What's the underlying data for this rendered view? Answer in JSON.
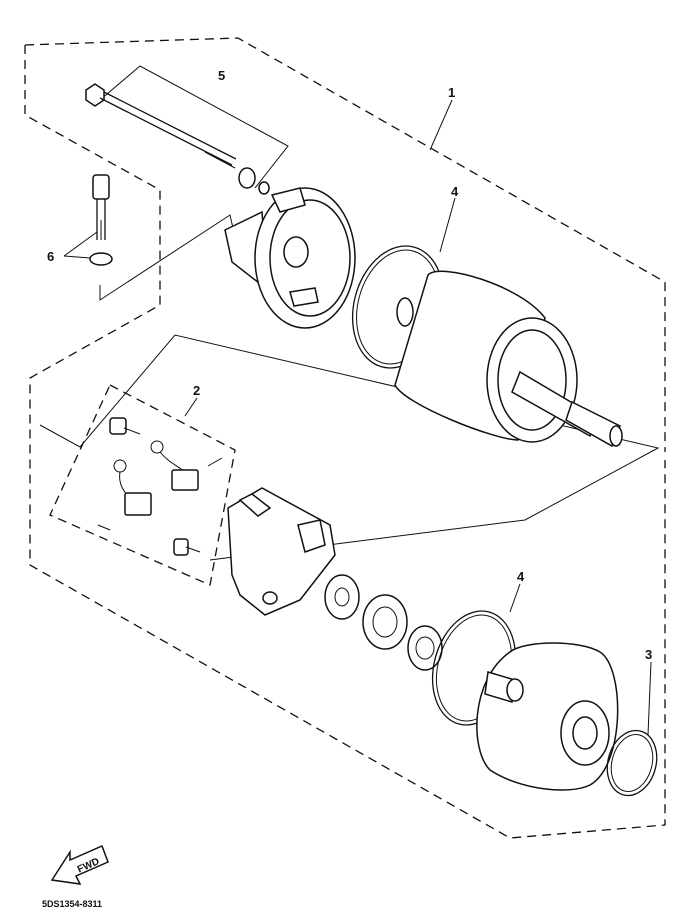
{
  "diagram": {
    "callouts": {
      "c1": "1",
      "c2": "2",
      "c3": "3",
      "c4a": "4",
      "c4b": "4",
      "c5": "5",
      "c6": "6"
    },
    "arrow_label": "FWD",
    "drawing_code": "5DS1354-8311"
  }
}
